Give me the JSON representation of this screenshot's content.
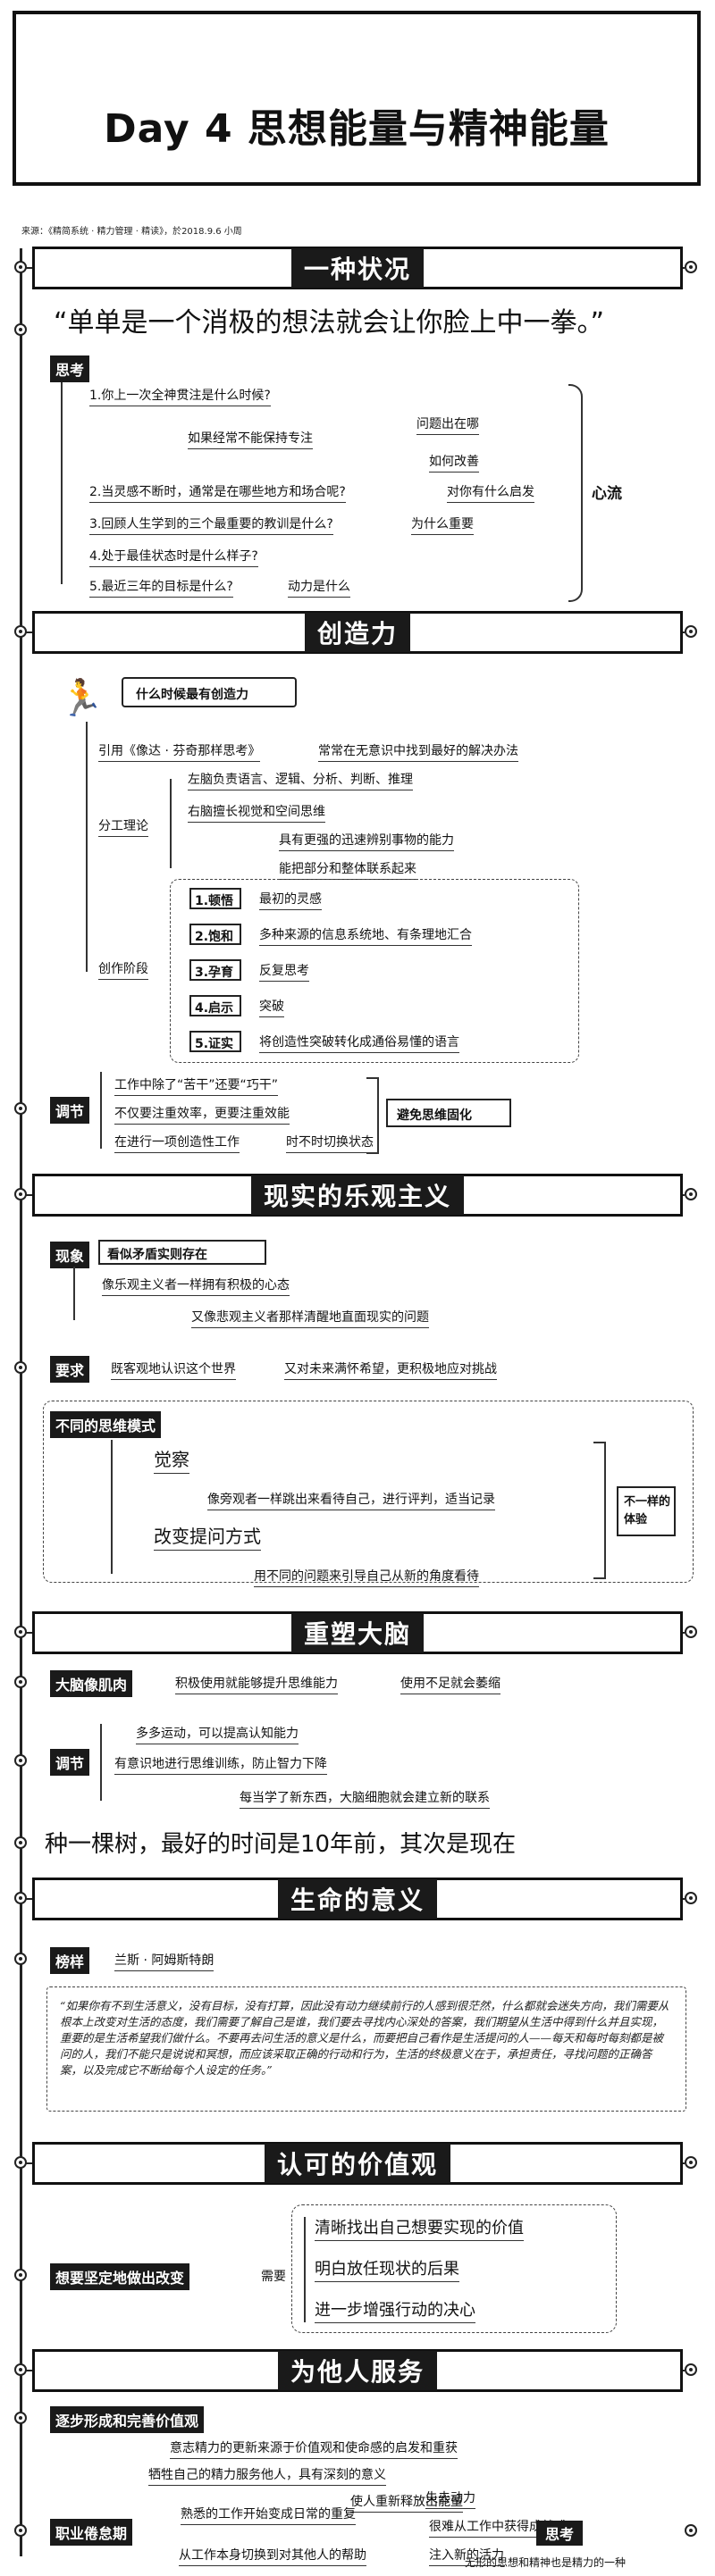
{
  "title": "Day 4 思想能量与精神能量",
  "source": "来源：《精简系统 · 精力管理 · 精读》，於2018.9.6 小周",
  "sections": {
    "s1": {
      "banner": "一种状况",
      "quote": "“单单是一个消极的想法就会让你脸上中一拳。”",
      "tag": "思考",
      "q1": "1.你上一次全神贯注是什么时候?",
      "q1a": "如果经常不能保持专注",
      "q1b": "问题出在哪",
      "q1c": "如何改善",
      "q2": "2.当灵感不断时，通常是在哪些地方和场合呢?",
      "q2a": "对你有什么启发",
      "q3": "3.回顾人生学到的三个最重要的教训是什么?",
      "q3a": "为什么重要",
      "q4": "4.处于最佳状态时是什么样子?",
      "q5": "5.最近三年的目标是什么?",
      "q5a": "动力是什么",
      "right": "心流"
    },
    "s2": {
      "banner": "创造力",
      "question": "什么时候最有创造力",
      "cite": "引用《像达 · 芬奇那样思考》",
      "cite_note": "常常在无意识中找到最好的解决办法",
      "theory": "分工理论",
      "left_brain": "左脑负责语言、逻辑、分析、判断、推理",
      "right_brain": "右脑擅长视觉和空间思维",
      "right_1": "具有更强的迅速辨别事物的能力",
      "right_2": "能把部分和整体联系起来",
      "stages_label": "创作阶段",
      "stages": [
        {
          "name": "1.顿悟",
          "desc": "最初的灵感"
        },
        {
          "name": "2.饱和",
          "desc": "多种来源的信息系统地、有条理地汇合"
        },
        {
          "name": "3.孕育",
          "desc": "反复思考"
        },
        {
          "name": "4.启示",
          "desc": "突破"
        },
        {
          "name": "5.证实",
          "desc": "将创造性突破转化成通俗易懂的语言"
        }
      ],
      "tag": "调节",
      "adj1": "工作中除了“苦干”还要“巧干”",
      "adj2": "不仅要注重效率，更要注重效能",
      "adj3": "在进行一项创造性工作",
      "adj3b": "时不时切换状态",
      "adj_result": "避免思维固化"
    },
    "s3": {
      "banner": "现实的乐观主义",
      "tag1": "现象",
      "phen": "看似矛盾实则存在",
      "phen1": "像乐观主义者一样拥有积极的心态",
      "phen2": "又像悲观主义者那样清醒地直面现实的问题",
      "tag2": "要求",
      "req": "既客观地认识这个世界",
      "req2": "又对未来满怀希望，更积极地应对挑战",
      "tag3": "不同的思维模式",
      "m1": "觉察",
      "m1a": "像旁观者一样跳出来看待自己，进行评判，适当记录",
      "m2": "改变提问方式",
      "m2a": "用不同的问题来引导自己从新的角度看待",
      "m_result": "不一样的体验"
    },
    "s4": {
      "banner": "重塑大脑",
      "tag1": "大脑像肌肉",
      "b1": "积极使用就能够提升思维能力",
      "b2": "使用不足就会萎缩",
      "tag2": "调节",
      "a1": "多多运动，可以提高认知能力",
      "a2": "有意识地进行思维训练，防止智力下降",
      "a3": "每当学了新东西，大脑细胞就会建立新的联系",
      "quote": "种一棵树，最好的时间是10年前，其次是现在"
    },
    "s5": {
      "banner": "生命的意义",
      "tag": "榜样",
      "person": "兰斯 · 阿姆斯特朗",
      "para": "“如果你有不到生活意义，没有目标，没有打算，因此没有动力继续前行的人感到很茫然，什么都就会迷失方向，我们需要从根本上改变对生活的态度，我们需要了解自己是谁，我们要去寻找内心深处的答案，我们期望从生活中得到什么并且实现，重要的是生活希望我们做什么。不要再去问生活的意义是什么，而要把自己看作是生活提问的人——每天和每时每刻都是被问的人，我们不能只是说说和冥想，而应该采取正确的行动和行为，生活的终极意义在于，承担责任，寻找问题的正确答案，以及完成它不断给每个人设定的任务。”"
    },
    "s6": {
      "banner": "认可的价值观",
      "tag": "想要坚定地做出改变",
      "need": "需要",
      "v1": "清晰找出自己想要实现的价值",
      "v2": "明白放任现状的后果",
      "v3": "进一步增强行动的决心"
    },
    "s7": {
      "banner": "为他人服务",
      "tag1": "逐步形成和完善价值观",
      "p1": "意志精力的更新来源于价值观和使命感的启发和重获",
      "p2": "牺牲自己的精力服务他人，具有深刻的意义",
      "p3": "使人重新释放出能量",
      "tag2": "职业倦怠期",
      "c1": "熟悉的工作开始变成日常的重复",
      "c1a": "失去动力",
      "c1b": "很难从工作中获得成就感",
      "c2": "从工作本身切换到对其他人的帮助",
      "c2a": "注入新的活力"
    },
    "s8": {
      "banner": "思考",
      "final": "无形的思想和精神也是精力的一种"
    }
  }
}
